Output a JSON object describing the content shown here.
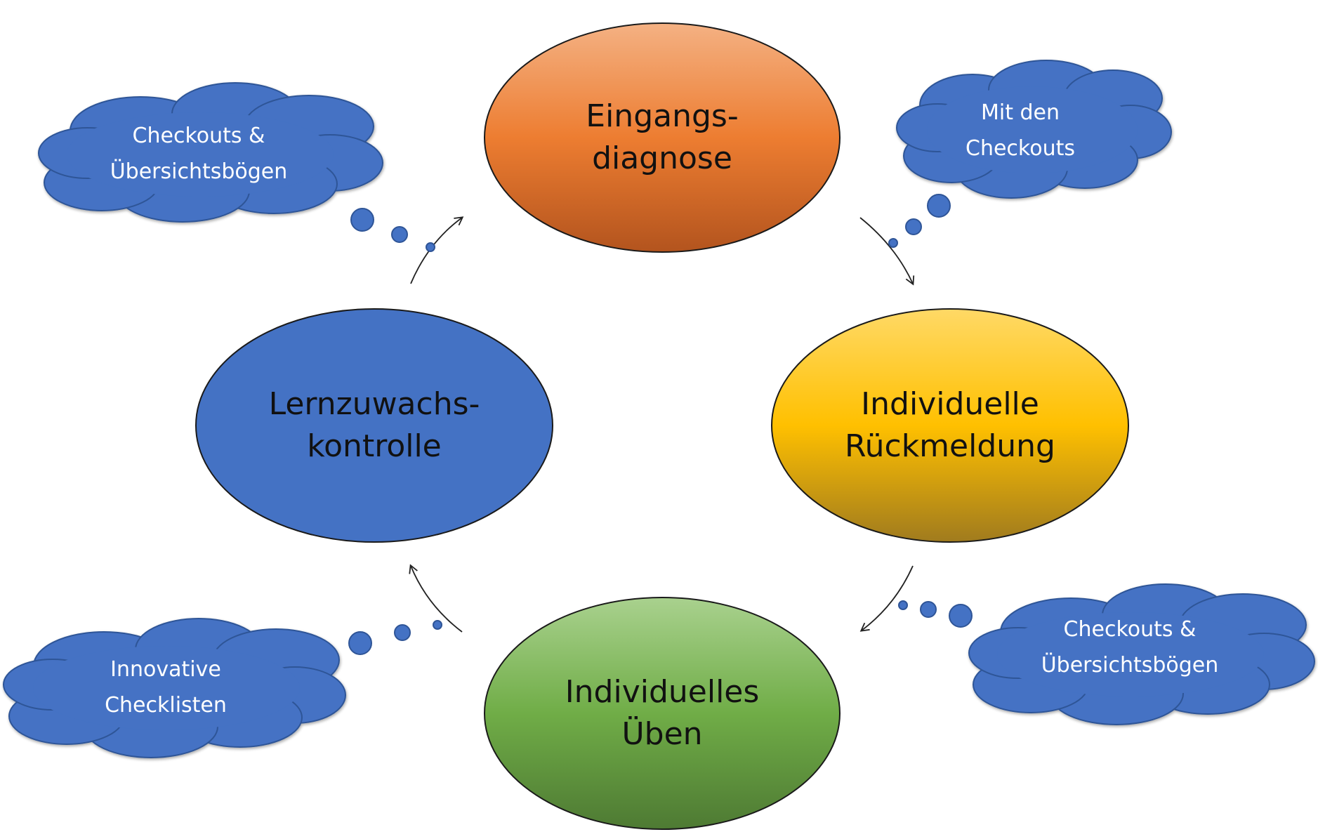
{
  "nodes": [
    {
      "id": "eingangsdiagnose",
      "lines": [
        "Eingangs-",
        "diagnose"
      ],
      "gradient": "grad-orange"
    },
    {
      "id": "rueckmeldung",
      "lines": [
        "Individuelle",
        "Rückmeldung"
      ],
      "gradient": "grad-yellow"
    },
    {
      "id": "ueben",
      "lines": [
        "Individuelles",
        "Üben"
      ],
      "gradient": "grad-green"
    },
    {
      "id": "lernzuwachskontrolle",
      "lines": [
        "Lernzuwachs-",
        "kontrolle"
      ],
      "gradient": "solid-blue"
    }
  ],
  "clouds": [
    {
      "id": "top-left",
      "lines": [
        "Checkouts &",
        "Übersichtsbögen"
      ]
    },
    {
      "id": "top-right",
      "lines": [
        "Mit den",
        "Checkouts"
      ]
    },
    {
      "id": "bottom-right",
      "lines": [
        "Checkouts &",
        "Übersichtsbögen"
      ]
    },
    {
      "id": "bottom-left",
      "lines": [
        "Innovative",
        "Checklisten"
      ]
    }
  ],
  "colors": {
    "cloud_fill": "#4472C4",
    "cloud_stroke": "#2F5597",
    "node_stroke": "#1a1a1a",
    "orange_top": "#F4B183",
    "orange_mid": "#ED7D31",
    "orange_bottom": "#B3541E",
    "yellow_top": "#FFD966",
    "yellow_mid": "#FFC000",
    "yellow_bottom": "#A07B1E",
    "green_top": "#A9D18E",
    "green_mid": "#70AD47",
    "green_bottom": "#4E7A33",
    "blue": "#4472C4"
  }
}
